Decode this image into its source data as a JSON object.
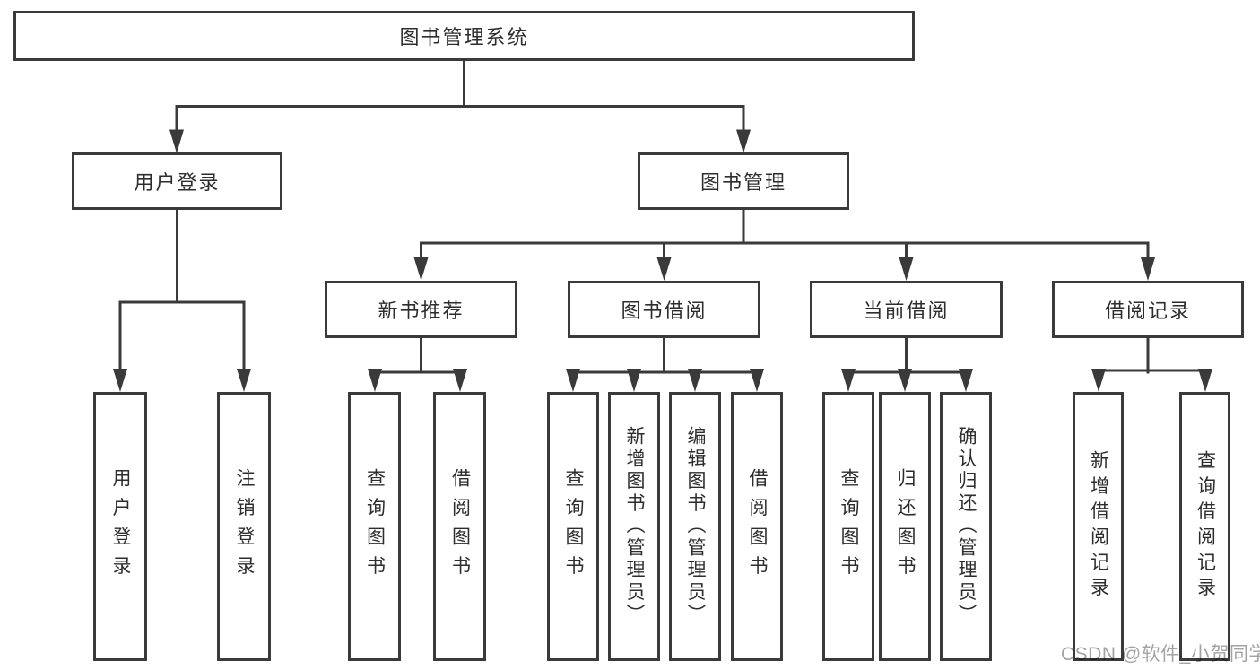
{
  "tree": {
    "root": "图书管理系统",
    "children": [
      {
        "label": "用户登录",
        "children": [
          "用户登录",
          "注销登录"
        ]
      },
      {
        "label": "图书管理",
        "children": [
          {
            "label": "新书推荐",
            "children": [
              "查询图书",
              "借阅图书"
            ]
          },
          {
            "label": "图书借阅",
            "children": [
              "查询图书",
              "新增图书（管理员）",
              "编辑图书（管理员）",
              "借阅图书"
            ]
          },
          {
            "label": "当前借阅",
            "children": [
              "查询图书",
              "归还图书",
              "确认归还（管理员）"
            ]
          },
          {
            "label": "借阅记录",
            "children": [
              "新增借阅记录",
              "查询借阅记录"
            ]
          }
        ]
      }
    ]
  },
  "watermark": {
    "text": "CSDN @软件_小贺同学"
  },
  "colors": {
    "line": "#3a3a3a",
    "node_border": "#3a3a3a",
    "text": "#2d2d2d",
    "watermark": "#a3a3a3",
    "background": "#ffffff"
  }
}
